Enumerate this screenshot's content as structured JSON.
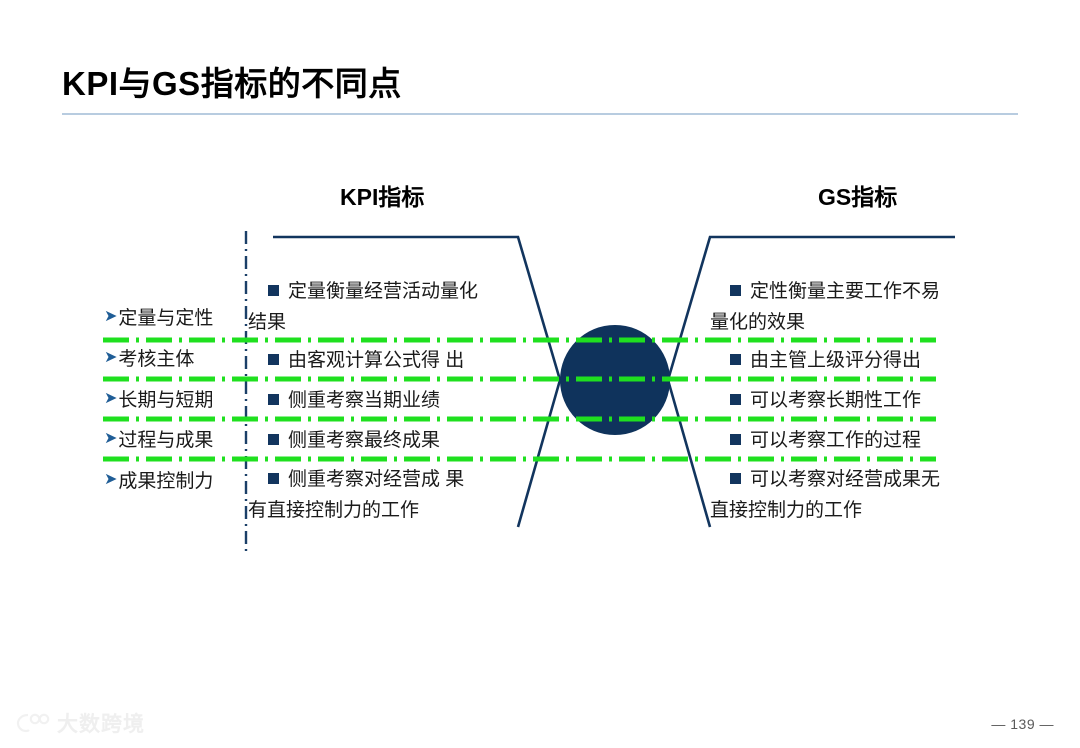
{
  "slide": {
    "title": "KPI与GS指标的不同点",
    "page_number": "— 139 —",
    "watermark": "大数跨境"
  },
  "colors": {
    "navy": "#12355e",
    "navy_circle": "#0f335c",
    "green": "#1fe01f",
    "title_rule": "#b8cce0",
    "arrow_blue": "#1f5d96"
  },
  "columns": {
    "kpi_header": "KPI指标",
    "gs_header": "GS指标"
  },
  "row_labels": [
    {
      "text": "定量与定性"
    },
    {
      "text": "考核主体"
    },
    {
      "text": "长期与短期"
    },
    {
      "text": "过程与成果"
    },
    {
      "text": "成果控制力"
    }
  ],
  "kpi_items": [
    {
      "line1": "定量衡量经营活动量化",
      "line2": "结果"
    },
    {
      "line1": "由客观计算公式得 出",
      "line2": ""
    },
    {
      "line1": "侧重考察当期业绩",
      "line2": ""
    },
    {
      "line1": "侧重考察最终成果",
      "line2": ""
    },
    {
      "line1": "侧重考察对经营成 果",
      "line2": "有直接控制力的工作"
    }
  ],
  "gs_items": [
    {
      "line1": "定性衡量主要工作不易",
      "line2": "量化的效果"
    },
    {
      "line1": "由主管上级评分得出",
      "line2": ""
    },
    {
      "line1": "可以考察长期性工作",
      "line2": ""
    },
    {
      "line1": "可以考察工作的过程",
      "line2": ""
    },
    {
      "line1": "可以考察对经营成果无",
      "line2": "直接控制力的工作"
    }
  ]
}
